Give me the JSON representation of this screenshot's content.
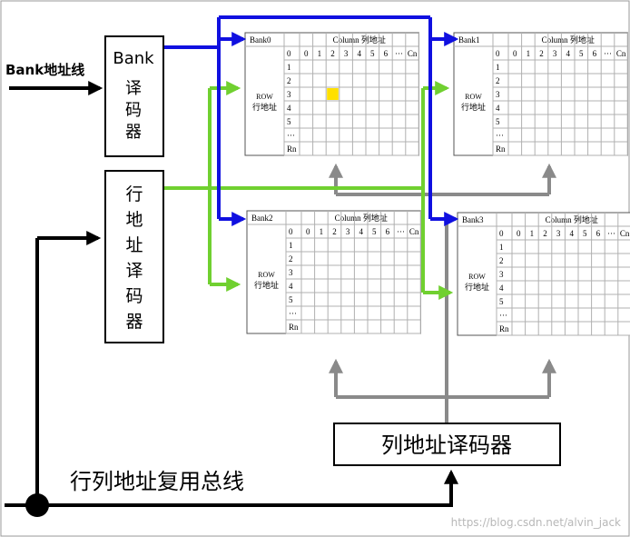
{
  "labels": {
    "bank_bus": "Bank地址线",
    "bank_decoder": [
      "Bank",
      "译",
      "码",
      "器"
    ],
    "row_decoder": [
      "行",
      "地",
      "址",
      "译",
      "码",
      "器"
    ],
    "col_decoder": "列地址译码器",
    "mux_bus": "行列地址复用总线",
    "watermark": "https://blog.csdn.net/alvin_jack"
  },
  "matrix": {
    "column_header": "Column 列地址",
    "col_labels": [
      "0",
      "1",
      "2",
      "3",
      "4",
      "5",
      "6",
      "···",
      "Cn"
    ],
    "row_labels": [
      "0",
      "1",
      "2",
      "3",
      "4",
      "5",
      "···",
      "Rn"
    ],
    "row_title": "ROW",
    "row_title_cn": "行地址"
  },
  "banks": [
    {
      "name": "Bank0"
    },
    {
      "name": "Bank1"
    },
    {
      "name": "Bank2"
    },
    {
      "name": "Bank3"
    }
  ],
  "colors": {
    "bank_line": "#1010e0",
    "row_line": "#70d030",
    "col_line": "#8a8a8a",
    "bus_line": "#000000",
    "selected_cell": "#ffe000",
    "grid": "#b0b0b0"
  }
}
